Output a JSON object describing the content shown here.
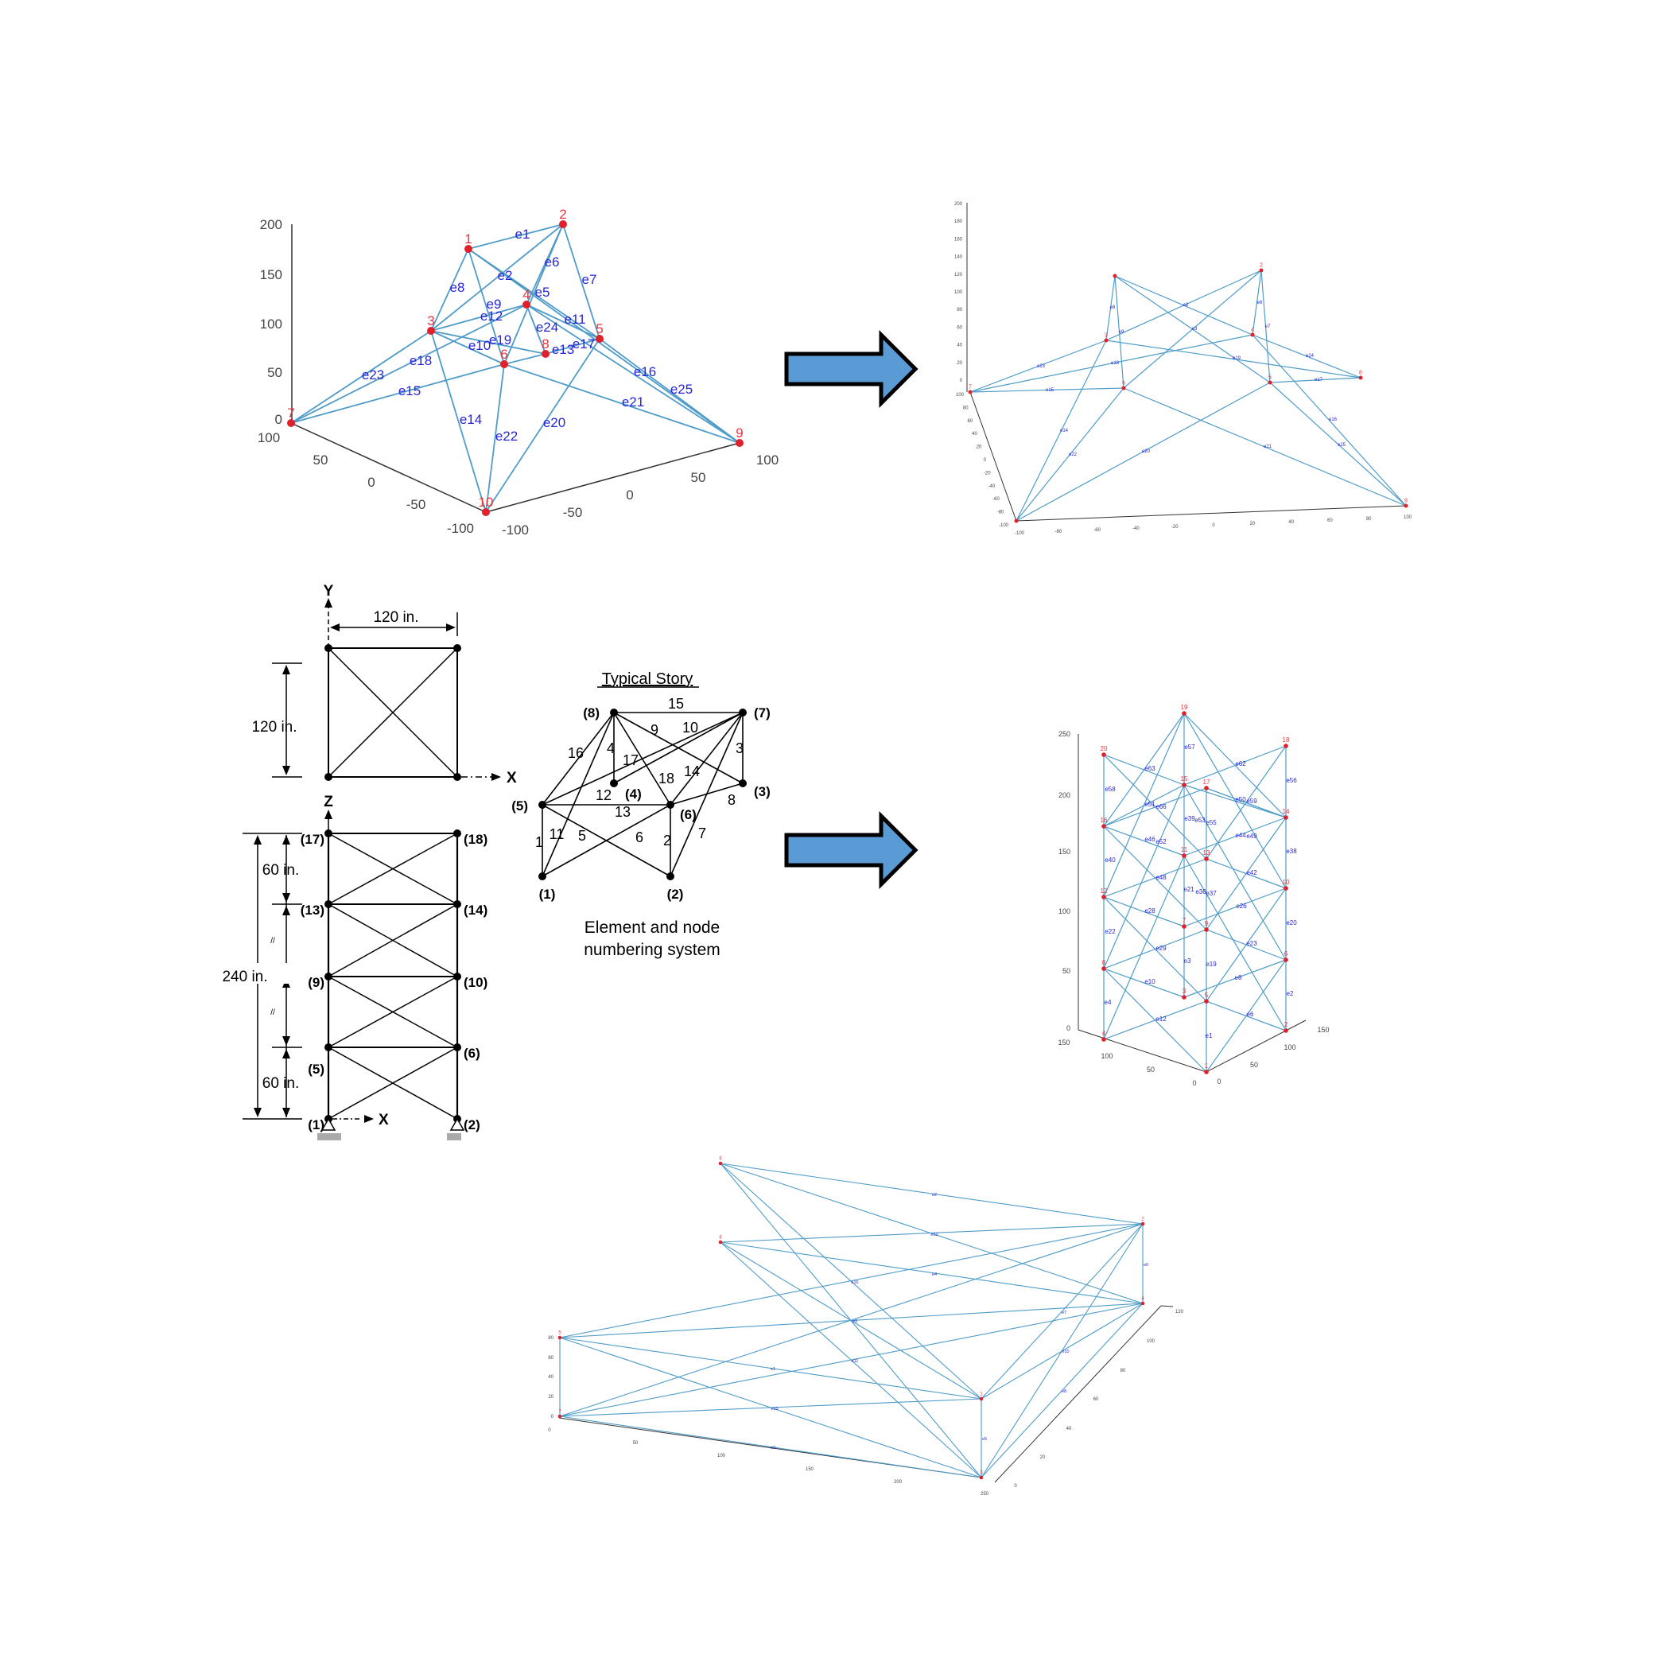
{
  "colors": {
    "edge": "#4f9cc8",
    "node": "#e0202a",
    "node_label": "#e8343c",
    "element_label": "#2626d6",
    "arrow_fill": "#5b9bd5",
    "axis": "#333333"
  },
  "plot_a": {
    "node_labels": [
      "1",
      "2",
      "3",
      "4",
      "5",
      "6",
      "7",
      "8",
      "9",
      "10"
    ],
    "element_labels": [
      "e1",
      "e2",
      "e6",
      "e7",
      "e8",
      "e5",
      "e9",
      "e12",
      "e11",
      "e24",
      "e10",
      "e19",
      "e13",
      "e17",
      "e18",
      "e23",
      "e15",
      "e16",
      "e25",
      "e21",
      "e14",
      "e20",
      "e22"
    ],
    "z_ticks": [
      "200",
      "150",
      "100",
      "50",
      "0"
    ],
    "y_ticks": [
      "100",
      "50",
      "0",
      "-50",
      "-100"
    ],
    "x_ticks": [
      "-100",
      "-50",
      "0",
      "50",
      "100"
    ]
  },
  "plot_b": {
    "node_labels": [
      "2",
      "3",
      "4",
      "5",
      "6",
      "7",
      "8",
      "9"
    ],
    "element_labels": [
      "e8",
      "e9",
      "e2",
      "e3",
      "e6",
      "e7",
      "e23",
      "e18",
      "e15",
      "e19",
      "e24",
      "e17",
      "e14",
      "e22",
      "e20",
      "e21",
      "e16",
      "e25"
    ],
    "z_ticks": [
      "200",
      "180",
      "160",
      "140",
      "120",
      "100",
      "80",
      "60",
      "40",
      "20",
      "0"
    ],
    "y_ticks": [
      "100",
      "80",
      "60",
      "40",
      "20",
      "0",
      "-20",
      "-40",
      "-60",
      "-80",
      "-100"
    ],
    "x_ticks": [
      "-100",
      "-80",
      "-60",
      "-40",
      "-20",
      "0",
      "20",
      "40",
      "60",
      "80",
      "100"
    ]
  },
  "plot_c": {
    "node_labels": [
      "1",
      "2",
      "3",
      "4",
      "5",
      "6",
      "7",
      "8",
      "9",
      "10",
      "11",
      "12",
      "13",
      "14",
      "15",
      "16",
      "17",
      "18",
      "19",
      "20"
    ],
    "element_labels": [
      "e1",
      "e2",
      "e3",
      "e4",
      "e6",
      "e8",
      "e10",
      "e12",
      "e19",
      "e20",
      "e22",
      "e23",
      "e26",
      "e28",
      "e29",
      "e21",
      "e36",
      "e37",
      "e38",
      "e40",
      "e42",
      "e48",
      "e46",
      "e52",
      "e44",
      "e49",
      "e39",
      "e53",
      "e55",
      "e51",
      "e66",
      "e58",
      "e57",
      "e63",
      "e62",
      "e56",
      "e50",
      "e59"
    ],
    "z_ticks": [
      "250",
      "200",
      "150",
      "100",
      "50",
      "0"
    ],
    "y_ticks": [
      "150",
      "100",
      "50",
      "0"
    ],
    "x_ticks": [
      "0",
      "50",
      "100",
      "150"
    ]
  },
  "plot_d": {
    "node_labels": [
      "6",
      "2",
      "8",
      "4",
      "5",
      "7",
      "1",
      "3"
    ],
    "element_labels": [
      "e2",
      "e12",
      "e4",
      "e6",
      "e16",
      "e9",
      "e7",
      "e10",
      "e11",
      "e1",
      "e8",
      "e13",
      "e3",
      "e5"
    ],
    "z_ticks": [
      "80",
      "60",
      "40",
      "20",
      "0"
    ],
    "x_ticks": [
      "0",
      "50",
      "100",
      "150",
      "200",
      "250"
    ],
    "y_ticks": [
      "0",
      "20",
      "40",
      "60",
      "80",
      "100",
      "120"
    ]
  },
  "frame": {
    "plan": {
      "axis_y": "Y",
      "axis_x": "X",
      "width_dim": "120 in.",
      "depth_dim": "120 in."
    },
    "elevation": {
      "axis_z": "Z",
      "axis_x": "X",
      "total_height": "240 in.",
      "story_top": "60 in.",
      "story_bottom": "60 in.",
      "equal_mark_1": "//",
      "equal_mark_2": "//",
      "node_labels": {
        "n17": "(17)",
        "n18": "(18)",
        "n13": "(13)",
        "n14": "(14)",
        "n9": "(9)",
        "n10": "(10)",
        "n5": "(5)",
        "n6": "(6)",
        "n1": "(1)",
        "n2": "(2)"
      }
    },
    "typical_story": {
      "title": "Typical Story",
      "node_labels": [
        "(8)",
        "(7)",
        "(4)",
        "(3)",
        "(5)",
        "(6)",
        "(1)",
        "(2)"
      ],
      "element_labels": [
        "15",
        "9",
        "10",
        "3",
        "16",
        "4",
        "17",
        "18",
        "14",
        "12",
        "13",
        "8",
        "1",
        "11",
        "5",
        "6",
        "2",
        "7"
      ],
      "caption_line1": "Element and node",
      "caption_line2": "numbering system"
    }
  }
}
